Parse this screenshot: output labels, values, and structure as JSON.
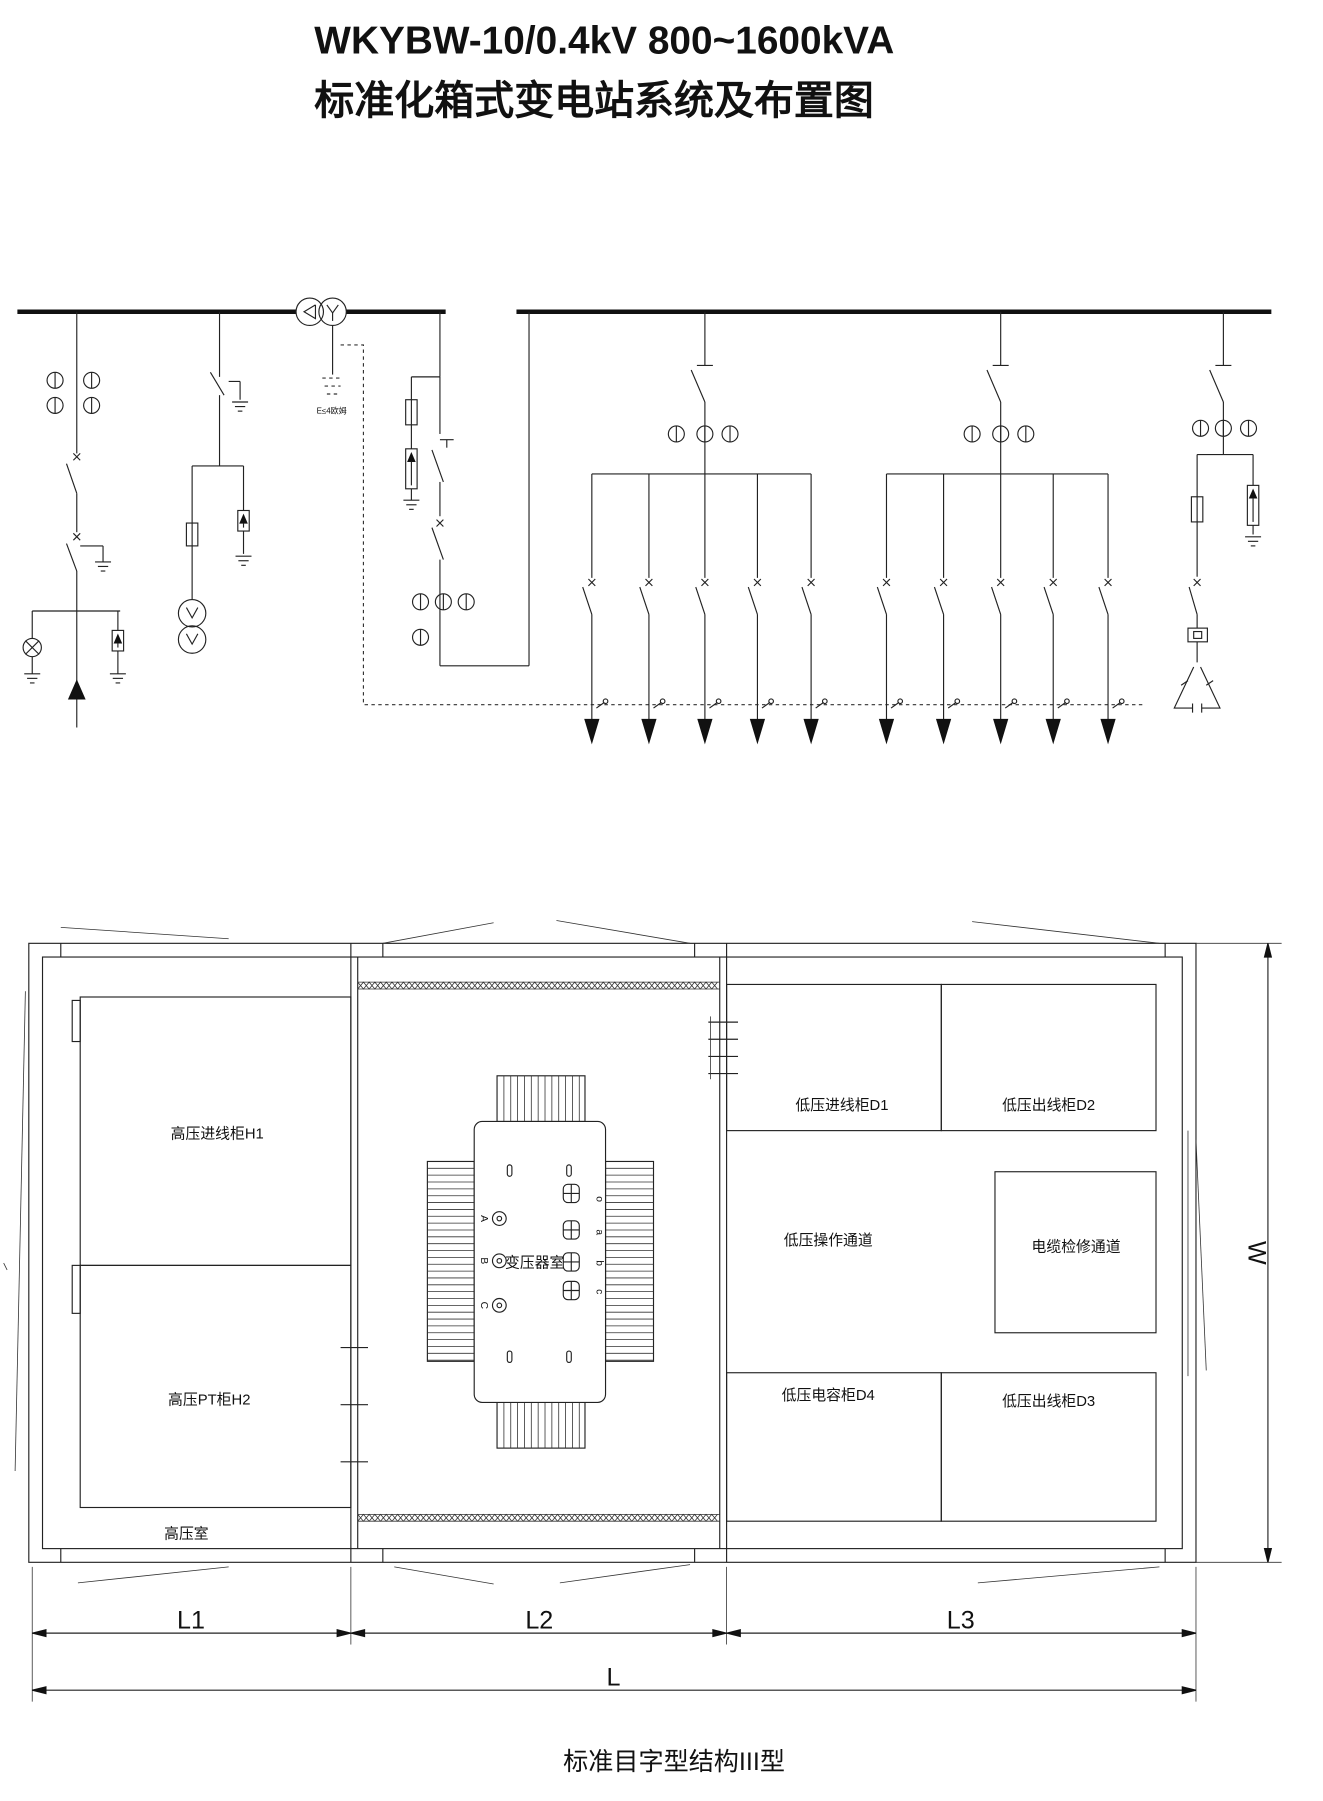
{
  "title": {
    "line1": "WKYBW-10/0.4kV 800~1600kVA",
    "line2": "标准化箱式变电站系统及布置图"
  },
  "single_line_diagram": {
    "earthing_note": "E≤4欧姆"
  },
  "transformer": {
    "room_label": "变压器室",
    "hv_terminals": [
      "A",
      "B",
      "C"
    ],
    "lv_terminals": [
      "o",
      "a",
      "b",
      "c"
    ]
  },
  "high_voltage_room": {
    "label": "高压室",
    "incoming_cabinet": "高压进线柜H1",
    "pt_cabinet": "高压PT柜H2"
  },
  "low_voltage_room": {
    "incoming_cabinet": "低压进线柜D1",
    "outgoing_cabinet_d2": "低压出线柜D2",
    "operation_aisle": "低压操作通道",
    "cable_channel": "电缆检修通道",
    "capacitor_cabinet": "低压电容柜D4",
    "outgoing_cabinet_d3": "低压出线柜D3"
  },
  "dimensions": {
    "l1": "L1",
    "l2": "L2",
    "l3": "L3",
    "l": "L",
    "w": "W"
  },
  "caption": "标准目字型结构III型"
}
